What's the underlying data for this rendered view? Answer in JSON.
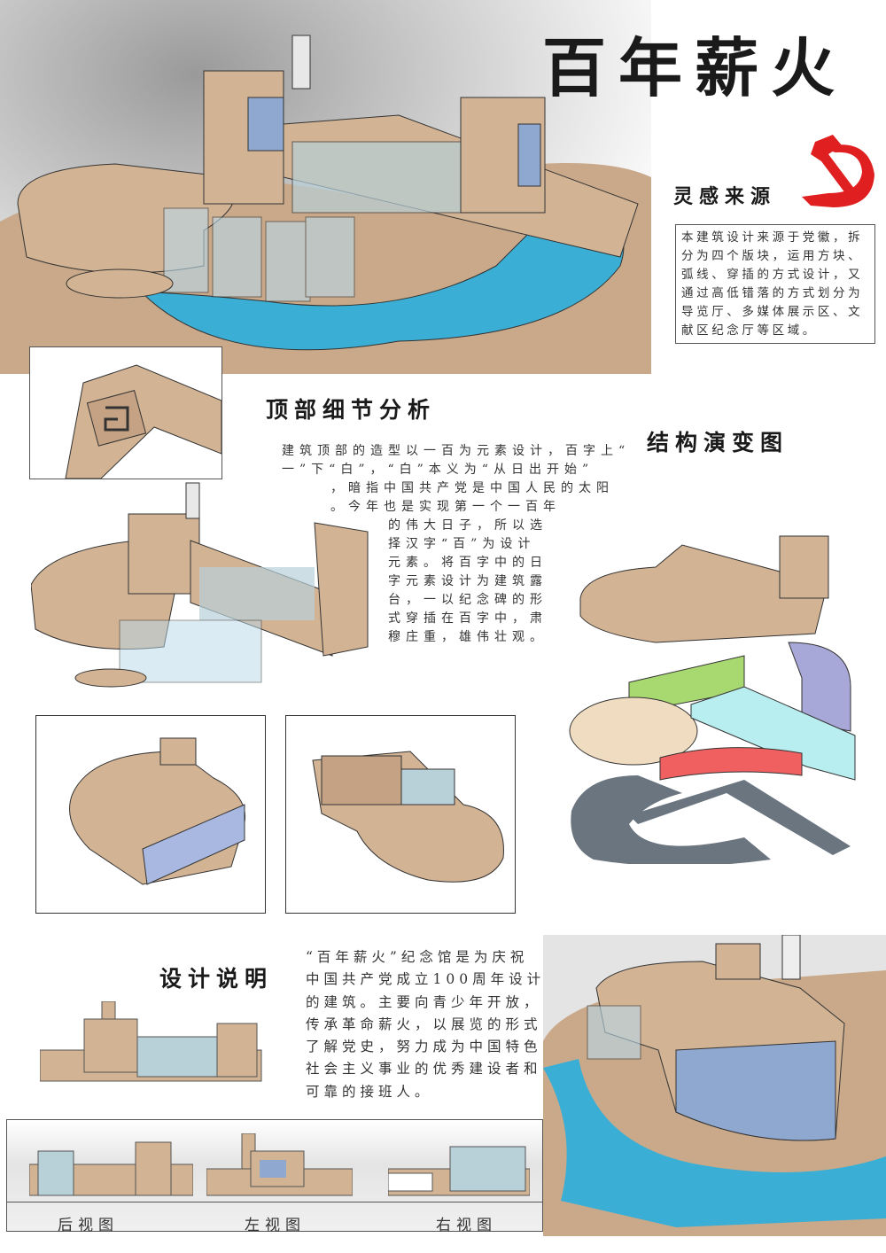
{
  "poster": {
    "title": "百年薪火",
    "inspiration": {
      "heading": "灵感来源",
      "text": "本建筑设计来源于党徽，拆分为四个版块，运用方块、弧线、穿插的方式设计，又通过高低错落的方式划分为导览厅、多媒体展示区、文献区纪念厅等区域。",
      "lines": [
        "本建筑设计来源于党徽，拆",
        "分为四个版块，运用方块、",
        "弧线、穿插的方式设计，又",
        "通过高低错落的方式划分为",
        "导览厅、多媒体展示区、文",
        "献区纪念厅等区域。"
      ]
    },
    "roof_detail": {
      "heading": "顶部细节分析",
      "lines": [
        "建筑顶部的造型以一百为元素设计，百字上“",
        "一”下“白”，“白”本义为“从日出开始”",
        "，暗指中国共产党是中国人民的太阳",
        "。今年也是实现第一个一百年",
        "的伟大日子，所以选",
        "择汉字“百”为设计",
        "元素。将百字中的日",
        "字元素设计为建筑露",
        "台，一以纪念碑的形",
        "式穿插在百字中，肃",
        "穆庄重，雄伟壮观。"
      ]
    },
    "structure": {
      "heading": "结构演变图"
    },
    "design_notes": {
      "heading": "设计说明",
      "lines": [
        "“百年薪火”纪念馆是为庆祝",
        "中国共产党成立100周年设计",
        "的建筑。主要向青少年开放，",
        "传承革命薪火，以展览的形式",
        "了解党史，努力成为中国特色",
        "社会主义事业的优秀建设者和",
        "可靠的接班人。"
      ]
    },
    "views": [
      "后视图",
      "左视图",
      "右视图"
    ]
  },
  "colors": {
    "wall": "#d2b394",
    "water": "#3aaed4",
    "red": "#e02020",
    "glass": "#a8c8e0"
  }
}
